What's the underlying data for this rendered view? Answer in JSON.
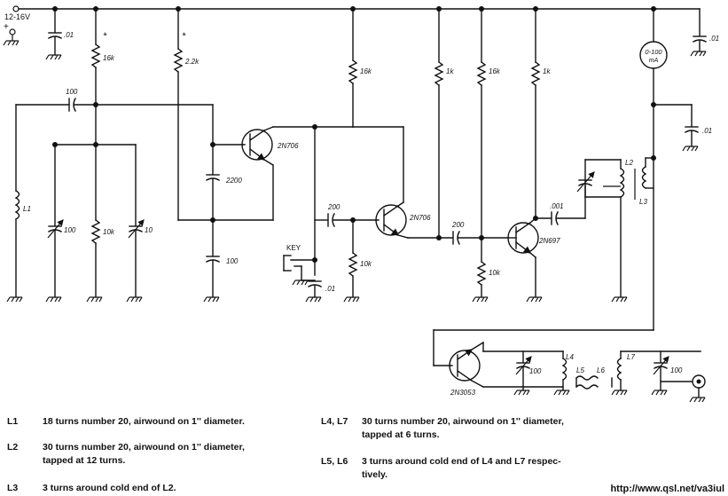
{
  "supply": {
    "voltage": "12-16V",
    "plus": "+"
  },
  "components": {
    "c_supply": ".01",
    "c_meter": ".01",
    "c_meter_bypass": ".01",
    "c_input": "100",
    "r_bias1": "16k",
    "r_bias1_mark": "*",
    "r_bias2": "2.2k",
    "r_bias2_mark": "*",
    "r_osc_load": "16k",
    "r_1k_a": "1k",
    "r_16k_b": "16k",
    "r_1k_b": "1k",
    "c_2200": "2200",
    "c_100_base": "100",
    "c_200_a": "200",
    "c_200_b": "200",
    "c_001": ".001",
    "r_10k_a": "10k",
    "r_10k_b": "10k",
    "r_10k_c": "10k",
    "vc_100_a": "100",
    "vc_10": "10",
    "vc_100_b": "100",
    "vc_100_c": "100",
    "c_key": ".01",
    "key": "KEY",
    "meter_top": "0-100",
    "meter_unit": "mA",
    "q1": "2N706",
    "q2": "2N706",
    "q3": "2N697",
    "q4": "2N3053",
    "l1": "L1",
    "l2": "L2",
    "l3": "L3",
    "l4": "L4",
    "l5": "L5",
    "l6": "L6",
    "l7": "L7"
  },
  "notes": [
    {
      "label": "L1",
      "text": "18 turns number 20, airwound on 1'' diameter."
    },
    {
      "label": "L2",
      "text": "30 turns number 20, airwound on 1'' diameter,\ntapped at 12 turns."
    },
    {
      "label": "L3",
      "text": "3 turns around cold end of L2."
    },
    {
      "label": "L4, L7",
      "text": "30 turns number 20, airwound on 1'' diameter,\ntapped at 6 turns."
    },
    {
      "label": "L5, L6",
      "text": "3 turns around cold end of L4 and L7 respec-\ntively."
    }
  ],
  "footer": {
    "url": "http://www.qsl.net/va3iul"
  }
}
